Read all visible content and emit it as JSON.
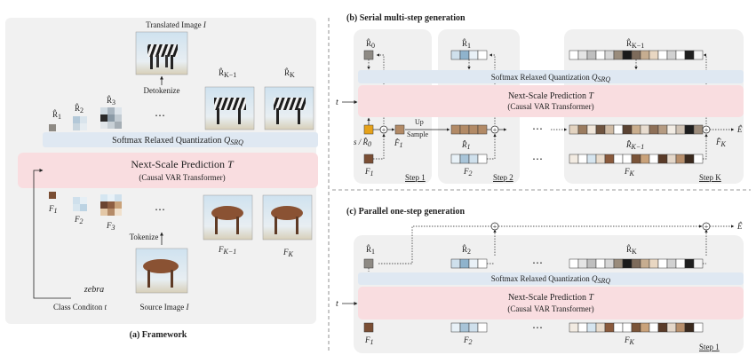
{
  "colors": {
    "panel_bg": "#f0f0f0",
    "srq_bar": "#dfe8f2",
    "nsp_bar": "#f9dde0",
    "start_token": "#e6a21a",
    "brown": "#8a5a3c",
    "tan": "#c9a27a",
    "light_blue": "#c7dcec",
    "dark": "#2b2b2b"
  },
  "panel_a": {
    "caption": "(a) Framework",
    "translated_image_label": "Translated Image",
    "translated_image_var": "I",
    "detokenize": "Detokenize",
    "tokenize": "Tokenize",
    "srq_label": "Softmax Relaxed Quantization",
    "srq_var": "Q",
    "srq_sub": "SRQ",
    "nsp_title": "Next-Scale Prediction",
    "nsp_var": "T",
    "nsp_sub": "(Causal VAR Transformer)",
    "zebra": "zebra",
    "class_condition": "Class Conditon",
    "class_var": "t",
    "source_image_label": "Source Image",
    "source_image_var": "I",
    "r_top": [
      "R̂",
      "R̂",
      "R̂",
      "R̂",
      "R̂"
    ],
    "r_sub": [
      "1",
      "2",
      "3",
      "K−1",
      "K"
    ],
    "f_sub": [
      "1",
      "2",
      "3",
      "K−1",
      "K"
    ],
    "f_letter": "F",
    "ellipsis": "⋯"
  },
  "panel_b": {
    "caption": "(b) Serial multi-step generation",
    "srq_label": "Softmax Relaxed Quantization",
    "srq_var": "Q",
    "srq_sub": "SRQ",
    "nsp_title": "Next-Scale Prediction",
    "nsp_var": "T",
    "nsp_sub": "(Causal VAR Transformer)",
    "t_input": "t",
    "s_label": "s / R̂",
    "s_sub": "0",
    "up_sample_1": "Up",
    "up_sample_2": "Sample",
    "r_labels": [
      "R̂",
      "R̂",
      "R̂"
    ],
    "r_subs": [
      "0",
      "1",
      "K−1"
    ],
    "f_subs": [
      "1",
      "2",
      "K"
    ],
    "f_letter": "F",
    "h_labels": [
      "F̂",
      "R̂",
      "R̂"
    ],
    "h_subs": [
      "1",
      "1",
      "K−1"
    ],
    "fk_out": "F̂",
    "fk_out_sub": "K",
    "e_out": "Ê",
    "steps": [
      "Step 1",
      "Step 2",
      "Step K"
    ],
    "ellipsis": "⋯"
  },
  "panel_c": {
    "caption": "(c) Parallel one-step generation",
    "srq_label": "Softmax Relaxed Quantization",
    "srq_var": "Q",
    "srq_sub": "SRQ",
    "nsp_title": "Next-Scale Prediction",
    "nsp_var": "T",
    "nsp_sub": "(Causal VAR Transformer)",
    "t_input": "t",
    "r_labels": [
      "R̂",
      "R̂",
      "R̂"
    ],
    "r_subs": [
      "1",
      "2",
      "K"
    ],
    "f_subs": [
      "1",
      "2",
      "K"
    ],
    "f_letter": "F",
    "e_out": "Ê",
    "step": "Step 1",
    "ellipsis": "⋯"
  }
}
